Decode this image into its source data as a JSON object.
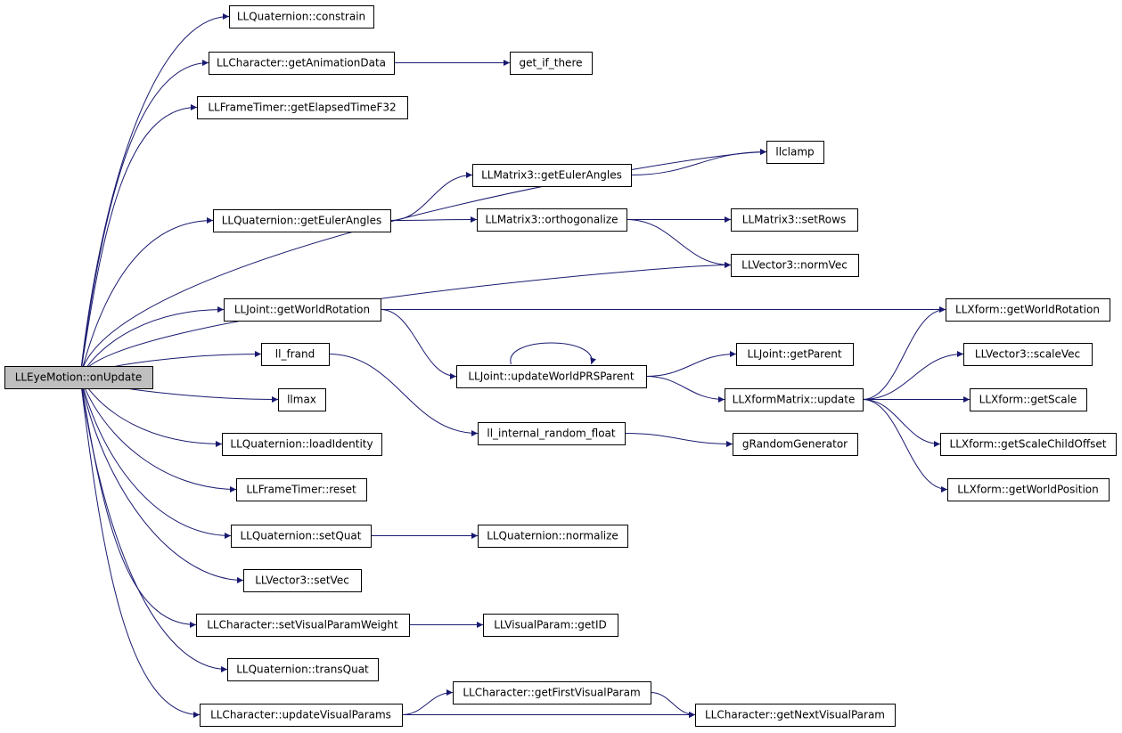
{
  "graph": {
    "title": "",
    "root": "n0",
    "colors": {
      "edge": "#191970",
      "root_fill": "#bfbfbf",
      "node_fill": "#ffffff",
      "border": "#000000"
    },
    "nodes": [
      {
        "id": "n0",
        "label": "LLEyeMotion::onUpdate"
      },
      {
        "id": "n1",
        "label": "LLQuaternion::constrain"
      },
      {
        "id": "n2",
        "label": "LLCharacter::getAnimationData"
      },
      {
        "id": "n3",
        "label": "get_if_there"
      },
      {
        "id": "n4",
        "label": "LLFrameTimer::getElapsedTimeF32"
      },
      {
        "id": "n5",
        "label": "llclamp"
      },
      {
        "id": "n6",
        "label": "LLMatrix3::getEulerAngles"
      },
      {
        "id": "n7",
        "label": "LLQuaternion::getEulerAngles"
      },
      {
        "id": "n8",
        "label": "LLMatrix3::orthogonalize"
      },
      {
        "id": "n9",
        "label": "LLMatrix3::setRows"
      },
      {
        "id": "n10",
        "label": "LLVector3::normVec"
      },
      {
        "id": "n11",
        "label": "LLJoint::getWorldRotation"
      },
      {
        "id": "n12",
        "label": "LLXform::getWorldRotation"
      },
      {
        "id": "n13",
        "label": "ll_frand"
      },
      {
        "id": "n14",
        "label": "LLJoint::updateWorldPRSParent"
      },
      {
        "id": "n15",
        "label": "LLJoint::getParent"
      },
      {
        "id": "n16",
        "label": "LLVector3::scaleVec"
      },
      {
        "id": "n17",
        "label": "llmax"
      },
      {
        "id": "n18",
        "label": "LLXformMatrix::update"
      },
      {
        "id": "n19",
        "label": "LLXform::getScale"
      },
      {
        "id": "n20",
        "label": "ll_internal_random_float"
      },
      {
        "id": "n21",
        "label": "LLQuaternion::loadIdentity"
      },
      {
        "id": "n22",
        "label": "gRandomGenerator"
      },
      {
        "id": "n23",
        "label": "LLXform::getScaleChildOffset"
      },
      {
        "id": "n24",
        "label": "LLFrameTimer::reset"
      },
      {
        "id": "n25",
        "label": "LLXform::getWorldPosition"
      },
      {
        "id": "n26",
        "label": "LLQuaternion::setQuat"
      },
      {
        "id": "n27",
        "label": "LLQuaternion::normalize"
      },
      {
        "id": "n28",
        "label": "LLVector3::setVec"
      },
      {
        "id": "n29",
        "label": "LLCharacter::setVisualParamWeight"
      },
      {
        "id": "n30",
        "label": "LLVisualParam::getID"
      },
      {
        "id": "n31",
        "label": "LLQuaternion::transQuat"
      },
      {
        "id": "n32",
        "label": "LLCharacter::getFirstVisualParam"
      },
      {
        "id": "n33",
        "label": "LLCharacter::updateVisualParams"
      },
      {
        "id": "n34",
        "label": "LLCharacter::getNextVisualParam"
      }
    ],
    "edges": [
      [
        "n0",
        "n1"
      ],
      [
        "n0",
        "n2"
      ],
      [
        "n0",
        "n4"
      ],
      [
        "n0",
        "n5"
      ],
      [
        "n0",
        "n7"
      ],
      [
        "n0",
        "n10"
      ],
      [
        "n0",
        "n11"
      ],
      [
        "n0",
        "n13"
      ],
      [
        "n0",
        "n17"
      ],
      [
        "n0",
        "n21"
      ],
      [
        "n0",
        "n24"
      ],
      [
        "n0",
        "n26"
      ],
      [
        "n0",
        "n28"
      ],
      [
        "n0",
        "n29"
      ],
      [
        "n0",
        "n31"
      ],
      [
        "n0",
        "n33"
      ],
      [
        "n2",
        "n3"
      ],
      [
        "n6",
        "n5"
      ],
      [
        "n7",
        "n6"
      ],
      [
        "n7",
        "n8"
      ],
      [
        "n8",
        "n9"
      ],
      [
        "n8",
        "n10"
      ],
      [
        "n11",
        "n12"
      ],
      [
        "n11",
        "n14"
      ],
      [
        "n13",
        "n20"
      ],
      [
        "n14",
        "n14"
      ],
      [
        "n14",
        "n15"
      ],
      [
        "n14",
        "n18"
      ],
      [
        "n18",
        "n12"
      ],
      [
        "n18",
        "n16"
      ],
      [
        "n18",
        "n19"
      ],
      [
        "n18",
        "n23"
      ],
      [
        "n18",
        "n25"
      ],
      [
        "n20",
        "n22"
      ],
      [
        "n26",
        "n27"
      ],
      [
        "n29",
        "n30"
      ],
      [
        "n33",
        "n32"
      ],
      [
        "n33",
        "n34"
      ],
      [
        "n32",
        "n34"
      ]
    ]
  }
}
